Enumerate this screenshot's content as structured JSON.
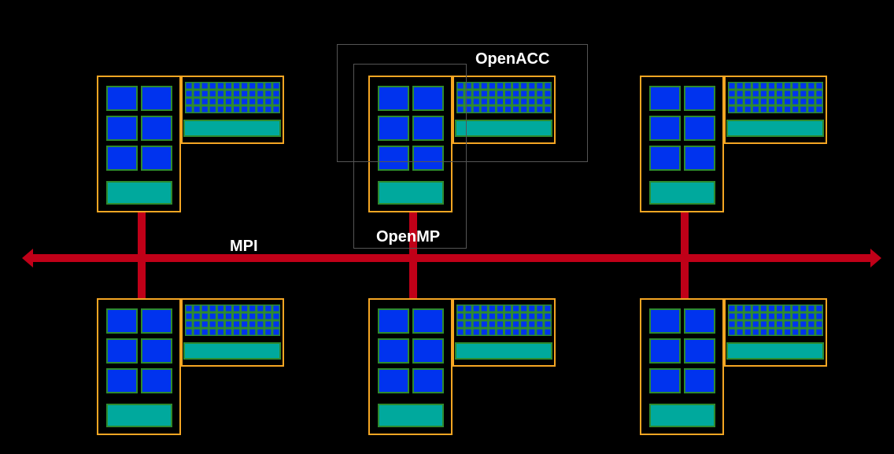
{
  "labels": {
    "mpi": "MPI",
    "openmp": "OpenMP",
    "openacc": "OpenACC"
  },
  "colors": {
    "background": "#000000",
    "node_border": "#f5a623",
    "cpu_core_fill": "#0033ee",
    "cpu_core_border": "#2e8b2e",
    "memory_fill": "#00a99d",
    "gpu_grid": "#2e8b2e",
    "bus": "#c00018",
    "highlight_box": "#555555",
    "label_text": "#ffffff"
  },
  "nodes": [
    {
      "row": "top",
      "column": "left"
    },
    {
      "row": "top",
      "column": "middle"
    },
    {
      "row": "top",
      "column": "right"
    },
    {
      "row": "bottom",
      "column": "left"
    },
    {
      "row": "bottom",
      "column": "middle"
    },
    {
      "row": "bottom",
      "column": "right"
    }
  ],
  "node_parts": {
    "cpu_cores": 6,
    "gpu_cell_rows": 4,
    "gpu_cell_cols": 12
  }
}
